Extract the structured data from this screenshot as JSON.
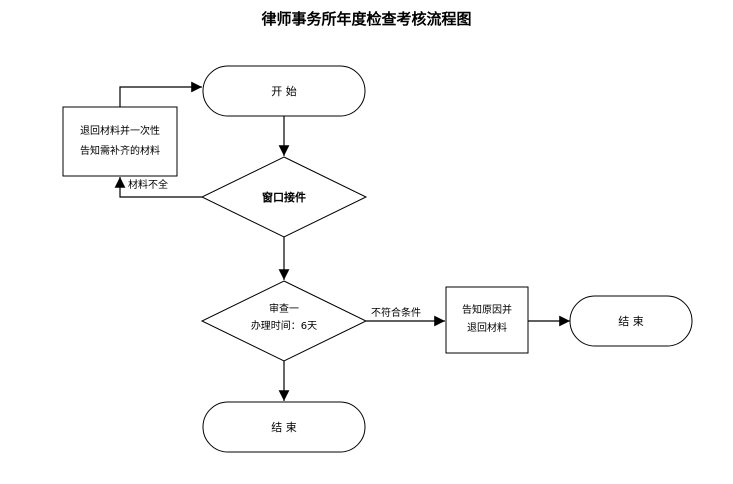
{
  "title": "律师事务所年度检查考核流程图",
  "nodes": {
    "start": {
      "label": "开 始"
    },
    "return_materials": {
      "lines": [
        "退回材料并一次性",
        "告知需补齐的材料"
      ]
    },
    "window_receive": {
      "label": "窗口接件"
    },
    "review": {
      "lines": [
        "审查一",
        "办理时间：6天"
      ]
    },
    "notify_reason": {
      "lines": [
        "告知原因并",
        "退回材料"
      ]
    },
    "end_main": {
      "label": "结 束"
    },
    "end_side": {
      "label": "结 束"
    }
  },
  "edges": {
    "incomplete_label": "材料不全",
    "nonconforming_label": "不符合条件"
  },
  "colors": {
    "stroke": "#000000",
    "fill": "#ffffff"
  }
}
